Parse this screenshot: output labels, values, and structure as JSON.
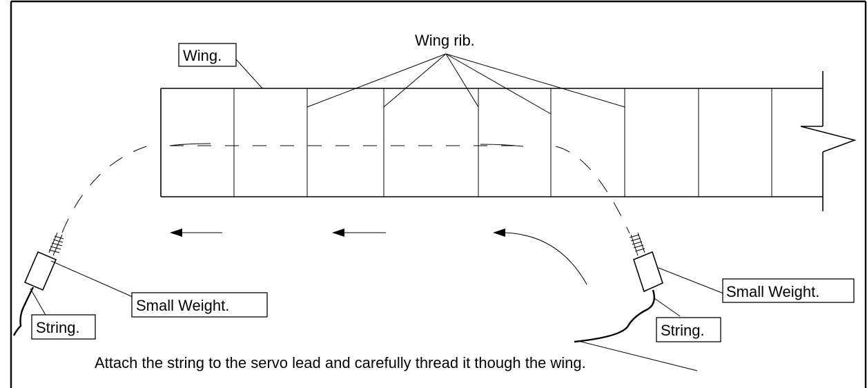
{
  "labels": {
    "wing": "Wing.",
    "wing_rib": "Wing rib.",
    "small_weight_left": "Small Weight.",
    "string_left": "String.",
    "small_weight_right": "Small Weight.",
    "string_right": "String."
  },
  "caption": "Attach the string  to the servo lead and carefully thread it though the wing.",
  "colors": {
    "line": "#000000",
    "background": "#ffffff"
  }
}
